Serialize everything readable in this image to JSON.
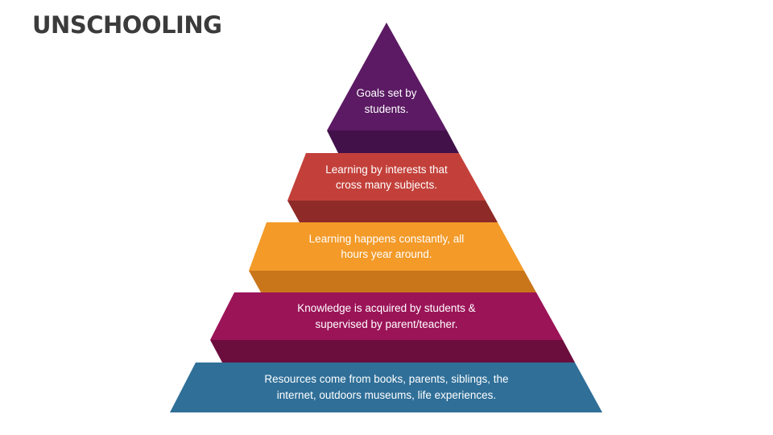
{
  "slide": {
    "title": "UNSCHOOLING"
  },
  "colors": {
    "level1": "#5b1a63",
    "level1_connector": "#42114a",
    "level2": "#c3403a",
    "level2_connector": "#8e2a27",
    "level3": "#f39a28",
    "level3_connector": "#c9761b",
    "level4": "#9b1458",
    "level4_connector": "#6b0e3e",
    "level5": "#2f6f98",
    "text": "#ffffff",
    "title": "#3b3b3b"
  },
  "levels": [
    {
      "line1": "Goals set by",
      "line2": "students."
    },
    {
      "line1": "Learning by interests that",
      "line2": "cross many subjects."
    },
    {
      "line1": "Learning happens constantly, all",
      "line2": "hours year around."
    },
    {
      "line1": "Knowledge is acquired by students &",
      "line2": "supervised by parent/teacher."
    },
    {
      "line1": "Resources come from books, parents, siblings, the",
      "line2": "internet, outdoors museums, life experiences."
    }
  ]
}
